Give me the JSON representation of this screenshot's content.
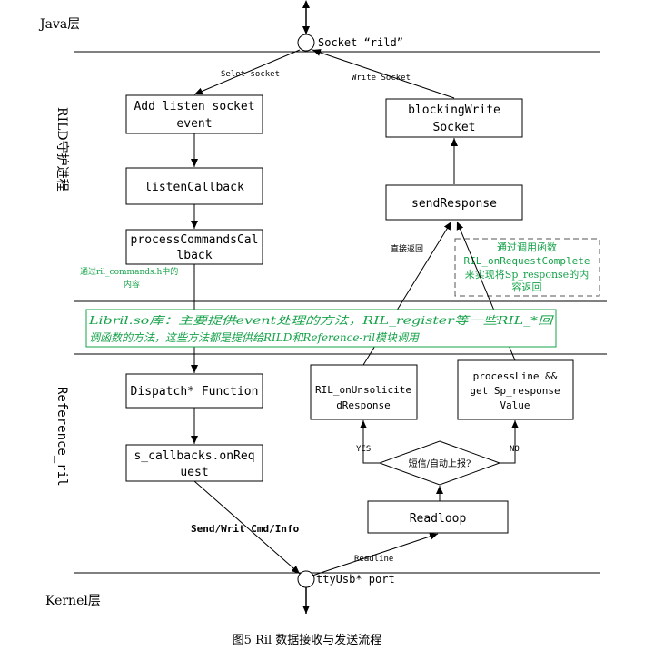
{
  "layers": {
    "java": "Java层",
    "rild": "RILD守护进程",
    "reference": "Reference_ril",
    "kernel": "Kernel层"
  },
  "nodes": {
    "socket": "Socket “rild”",
    "port": "ttyUsb* port",
    "add_listen_1": "Add listen socket",
    "add_listen_2": "event",
    "listen_callback": "listenCallback",
    "process_commands_1": "processCommandsCal",
    "process_commands_2": "lback",
    "blocking_write_1": "blockingWrite",
    "blocking_write_2": "Socket",
    "send_response": "sendResponse",
    "dispatch": "Dispatch* Function",
    "callbacks_1": "s_callbacks.onReq",
    "callbacks_2": "uest",
    "unsolicited_1": "RIL_onUnsolicite",
    "unsolicited_2": "dResponse",
    "process_line_1": "processLine &&",
    "process_line_2": "get Sp_response",
    "process_line_3": "Value",
    "decision": "短信/自动上报?",
    "readloop": "Readloop"
  },
  "edge_labels": {
    "selet_socket": "Selet socket",
    "write_socket": "Write Socket",
    "direct_return": "直接返回",
    "yes": "YES",
    "no": "NO",
    "send_cmd": "Send/Writ Cmd/Info",
    "readline": "Readline"
  },
  "notes": {
    "commands_1": "通过ril_commands.h中的",
    "commands_2": "内容",
    "complete_1": "通过调用函数",
    "complete_2": "RIL_onRequestComplete",
    "complete_3": "来实现将Sp_response的内",
    "complete_4": "容返回",
    "libril_1": "Libril.so库：主要提供event处理的方法，RIL_register等一些RIL_*回",
    "libril_2": "调函数的方法，这些方法都是提供给RILD和Reference-ril模块调用"
  },
  "caption": "图5 Ril 数据接收与发送流程",
  "colors": {
    "note_green": "#16a34a",
    "line": "#000000"
  }
}
